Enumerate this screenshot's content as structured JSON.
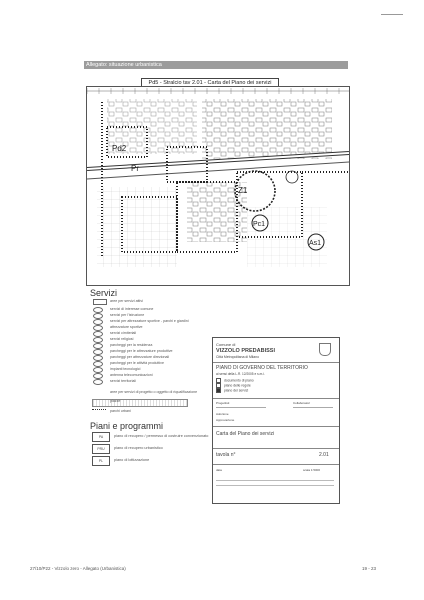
{
  "header": {
    "banner": "Allegato: situazione urbanistica"
  },
  "map": {
    "title": "Pd5 - Stralcio tav 2.01 - Carta del Piano dei servizi",
    "labels": [
      "Pd2",
      "Pr",
      "Z1",
      "Pc1",
      "As1"
    ]
  },
  "servizi": {
    "title": "Servizi",
    "items": [
      "aree per servizi attivi",
      "servizi di interesse comune",
      "servizi per l'istruzione",
      "servizi per attrezzature sportive - parchi e giardini",
      "attrezzature sportive",
      "servizi cimiteriali",
      "servizi religiosi",
      "parcheggi per la residenza",
      "parcheggi per le attrezzature produttive",
      "parcheggi per attrezzature direzionali",
      "parcheggi per le attività produttive",
      "impianti tecnologici",
      "antenna telecomunicazioni",
      "servizi territoriali"
    ],
    "extra": "aree per servizi di progetto o oggetto di riqualificazione",
    "piazze": "piazze",
    "parchi": "parchi urbani"
  },
  "piani": {
    "title": "Piani e programmi",
    "items": [
      {
        "code": "PA",
        "text": "piano di recupero / permesso di costruire convenzionato"
      },
      {
        "code": "PRU",
        "text": "piano di recupero urbanistico"
      },
      {
        "code": "PL",
        "text": "piano di lottizzazione"
      }
    ]
  },
  "cartiglio": {
    "comune_label": "Comune di",
    "comune": "VIZZOLO PREDABISSI",
    "provincia": "Città Metropolitana di Milano",
    "piano": "PIANO DI GOVERNO DEL TERRITORIO",
    "legge": "ai sensi della L.R. 12/2005 e s.m.i.",
    "options": [
      "documento di piano",
      "piano delle regole",
      "piano dei servizi"
    ],
    "progettisti_label": "Progettisti",
    "collaboratori_label": "Collaboratori",
    "adozione_label": "Adozione",
    "approvazione_label": "Approvazione",
    "titolo": "Carta del Piano dei servizi",
    "tavola_label": "tavola n°",
    "tavola_num": "2.01",
    "data_label": "data",
    "scala_label": "scala 1:5000"
  },
  "footer": {
    "left": "27/10/P22 - Vizzolo zero  -  Allegato (Urbanistica)",
    "right": "19 - 23"
  }
}
